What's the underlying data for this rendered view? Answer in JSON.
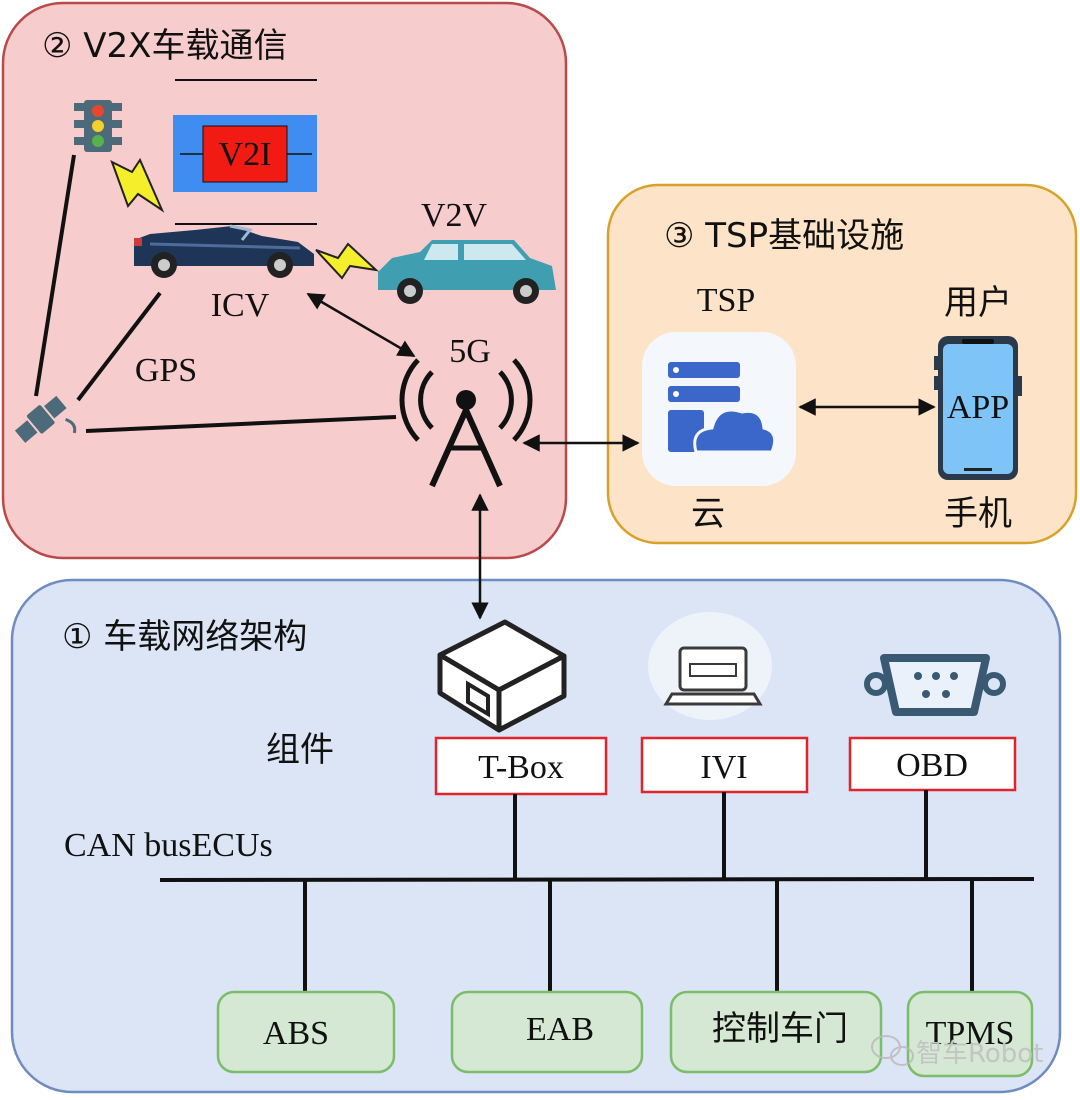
{
  "sections": {
    "v2x": {
      "title": "② V2X车载通信"
    },
    "tsp": {
      "title": "③ TSP基础设施"
    },
    "network": {
      "title": "① 车载网络架构"
    }
  },
  "v2x": {
    "v2i": "V2I",
    "v2v": "V2V",
    "icv": "ICV",
    "gps": "GPS",
    "fiveg": "5G"
  },
  "tsp": {
    "tsp_label": "TSP",
    "cloud_label": "云",
    "user_label": "用户",
    "app_label": "APP",
    "phone_label": "手机"
  },
  "network": {
    "components_label": "组件",
    "can_label": "CAN busECUs",
    "components": [
      "T-Box",
      "IVI",
      "OBD"
    ],
    "ecus": [
      "ABS",
      "EAB",
      "控制车门",
      "TPMS"
    ]
  },
  "watermark": "智车Robot",
  "colors": {
    "v2x_bg": "#f6cccd",
    "v2x_border": "#b84a4a",
    "tsp_bg": "#fde3c8",
    "tsp_border": "#d8a12a",
    "net_bg": "#dbe5f6",
    "net_border": "#6f8cc0",
    "ecu_bg": "#d4e8d3",
    "ecu_border": "#7bbd6a",
    "component_border": "#e0242c"
  }
}
